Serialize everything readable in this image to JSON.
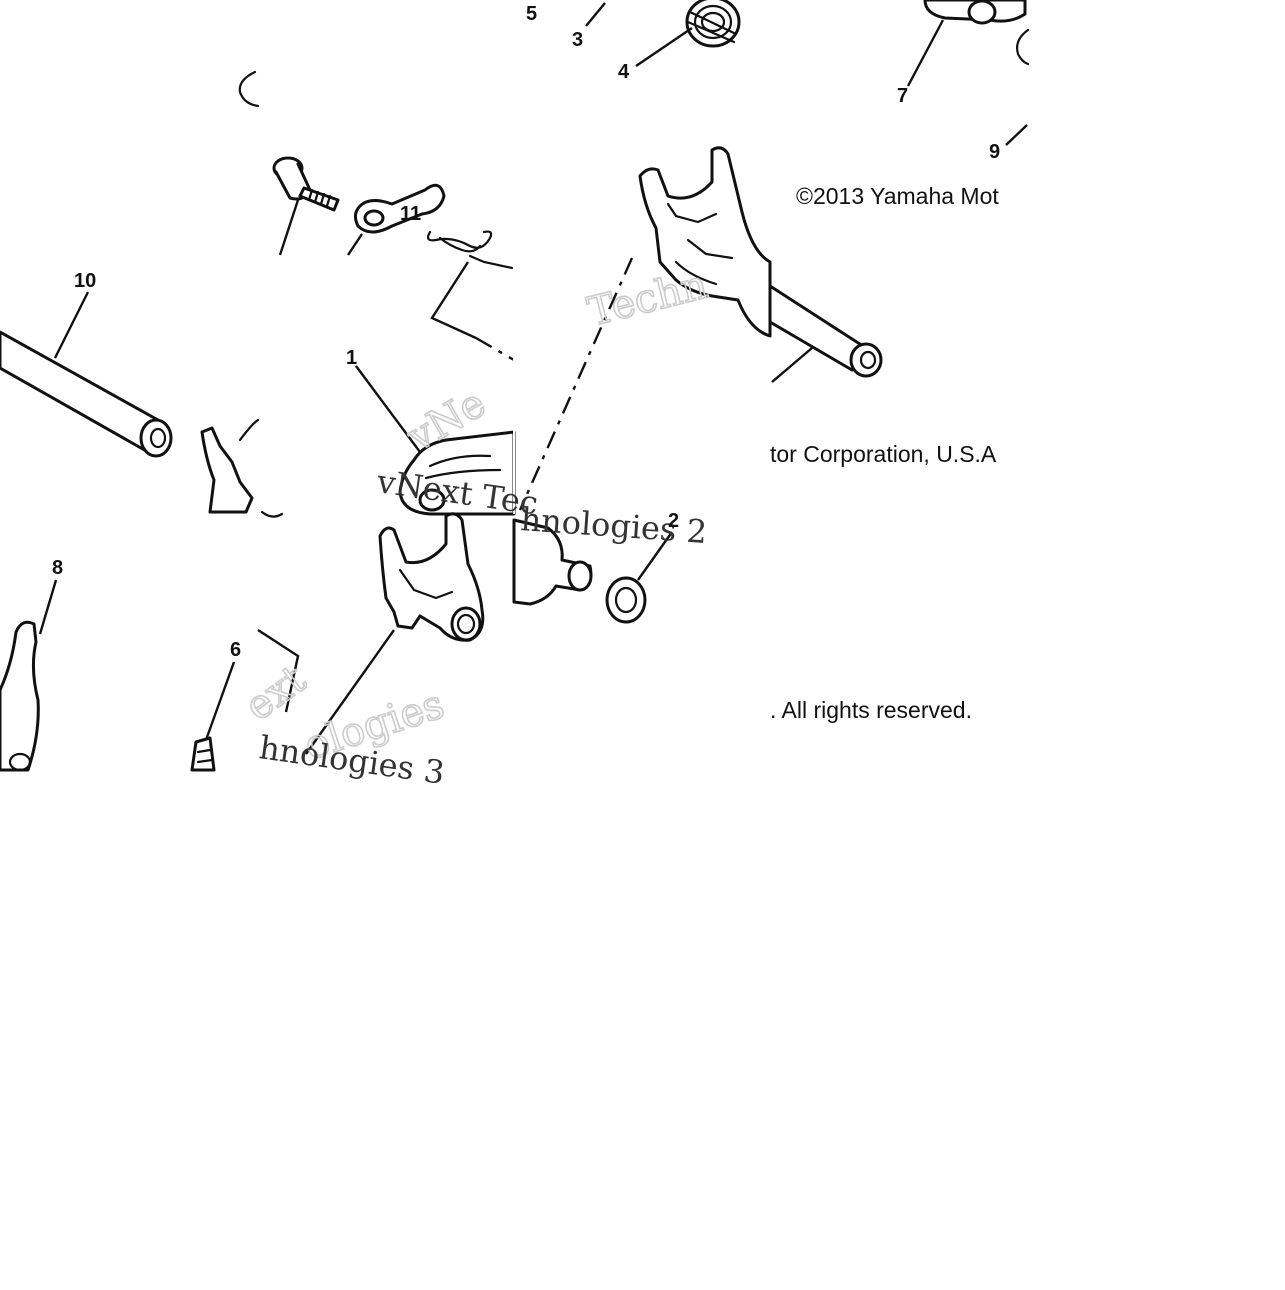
{
  "callouts": {
    "c1": "1",
    "c2": "2",
    "c3": "3",
    "c4": "4",
    "c5": "5",
    "c6": "6",
    "c7": "7",
    "c8": "8",
    "c9": "9",
    "c10": "10",
    "c11": "11"
  },
  "copyright": {
    "line1": "©2013 Yamaha Mot",
    "line2": "tor Corporation, U.S.A",
    "line3": ". All rights reserved."
  },
  "watermarks": {
    "w1": "Techn",
    "w2": "vNext Tec",
    "w3": "hnologies 2",
    "w4": "ext",
    "w5": "ologies",
    "w6": "hnologies 3",
    "w7": "vNe"
  }
}
